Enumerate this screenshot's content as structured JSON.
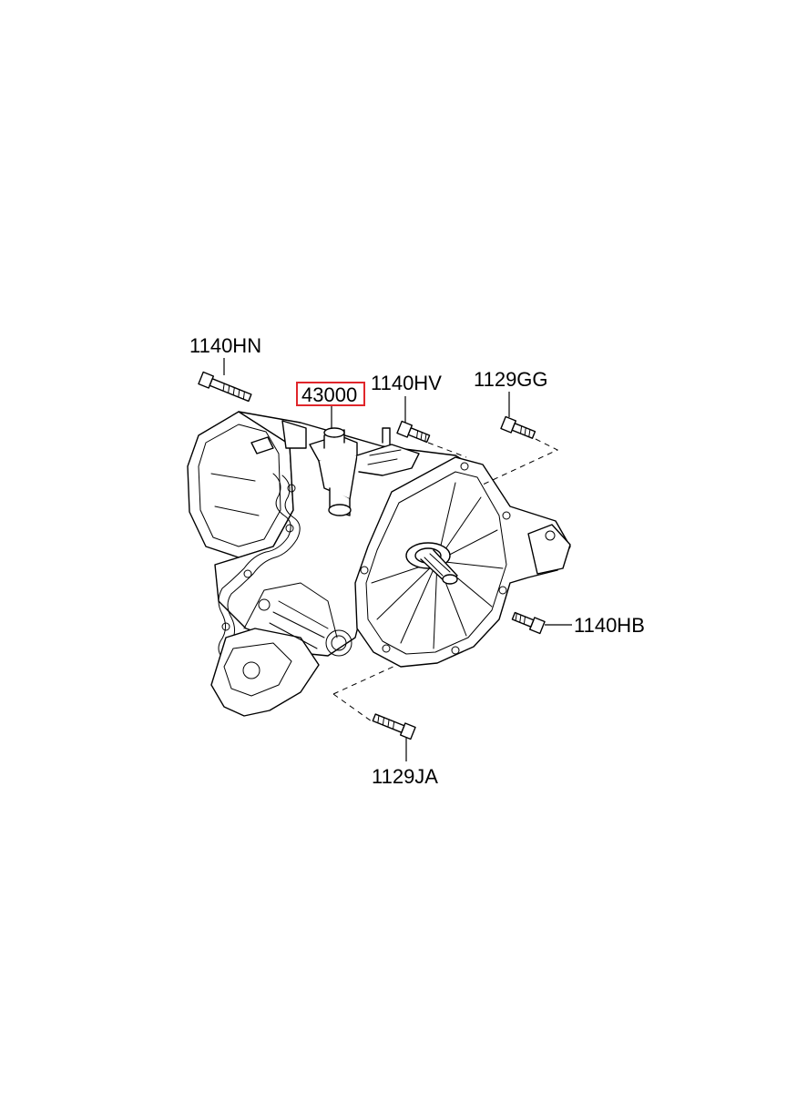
{
  "callouts": [
    {
      "id": "1140HN",
      "label": "1140HN"
    },
    {
      "id": "43000",
      "label": "43000",
      "highlighted": true
    },
    {
      "id": "1140HV",
      "label": "1140HV"
    },
    {
      "id": "1129GG",
      "label": "1129GG"
    },
    {
      "id": "1140HB",
      "label": "1140HB"
    },
    {
      "id": "1129JA",
      "label": "1129JA"
    }
  ],
  "highlight_color": "#e0262b"
}
